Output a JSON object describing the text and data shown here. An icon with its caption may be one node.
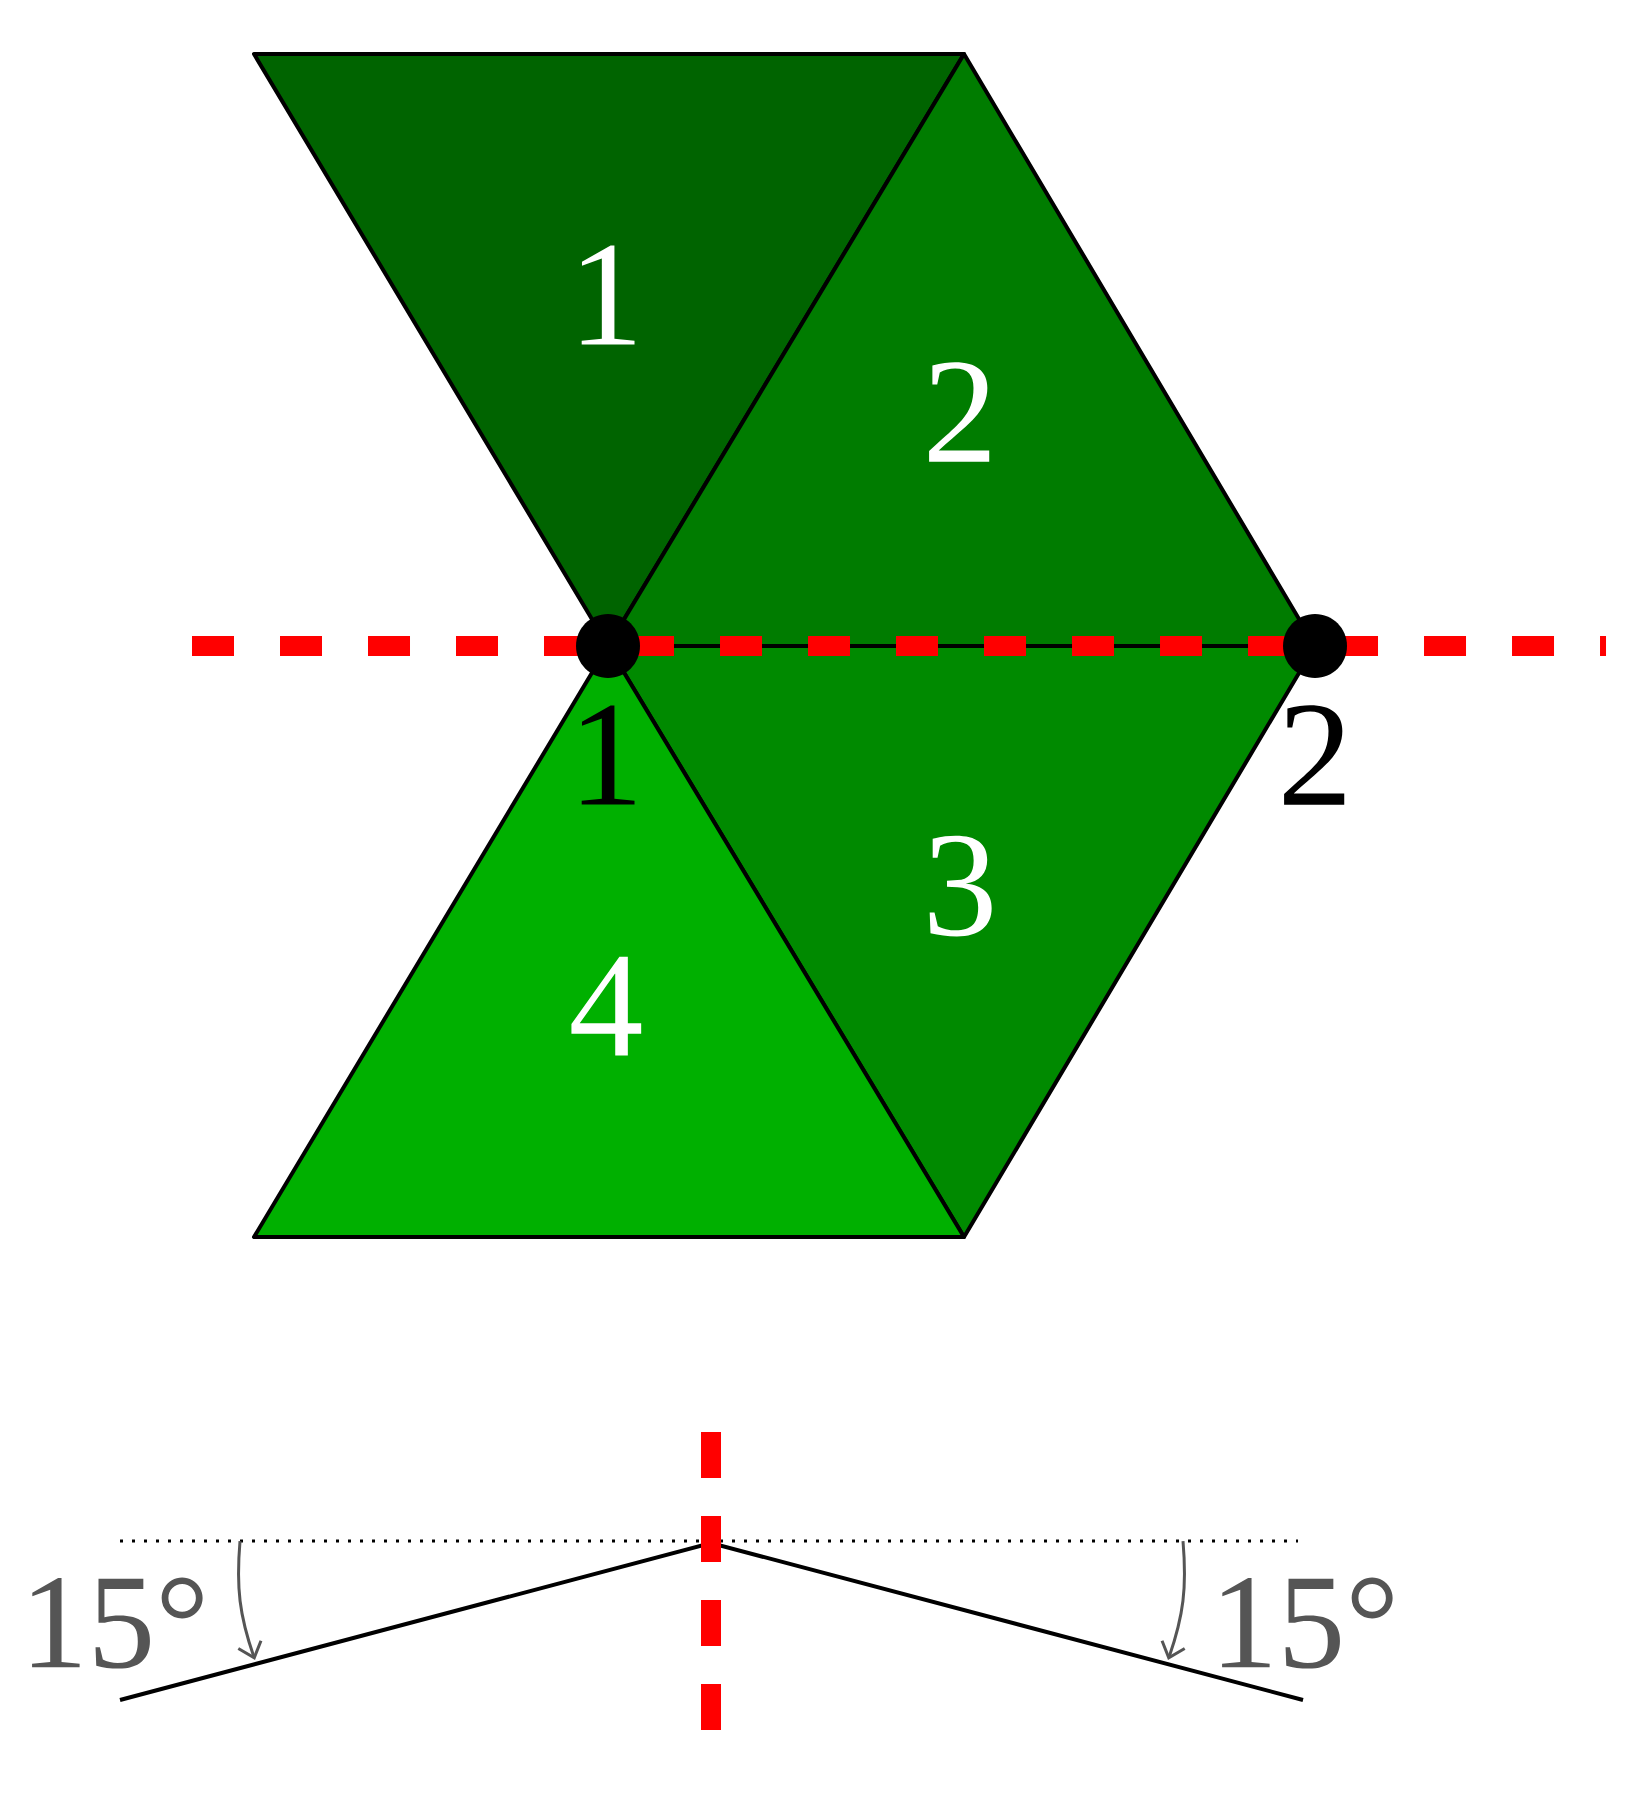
{
  "diagram": {
    "nodes": [
      {
        "text": [
          "1"
        ]
      },
      {
        "text": [
          "2"
        ]
      },
      {
        "text": [
          "3"
        ]
      },
      {
        "text": [
          "4"
        ]
      },
      {
        "text": [],
        "shape": "circle",
        "beside": [
          "1"
        ]
      },
      {
        "text": [],
        "shape": "circle",
        "beside": [
          "2"
        ]
      }
    ],
    "labels": [
      "15°",
      "15°"
    ]
  }
}
